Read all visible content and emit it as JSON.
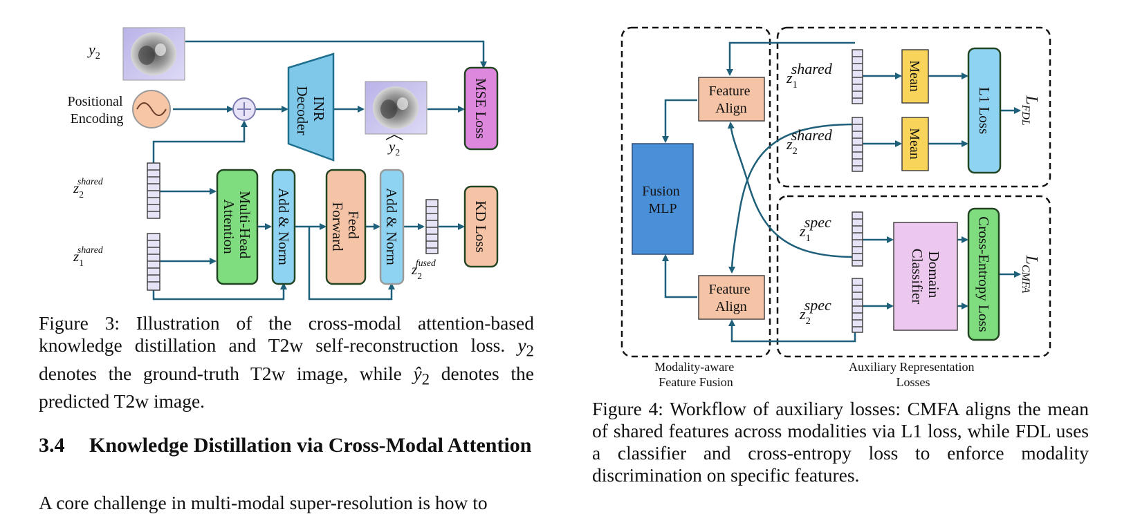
{
  "figure3": {
    "label_y2": "y",
    "label_y2_sub": "2",
    "positional_encoding": [
      "Positional",
      "Encoding"
    ],
    "inr_decoder": [
      "INR",
      "Decoder"
    ],
    "mse_loss": "MSE Loss",
    "yhat_label": "y",
    "yhat_sub": "2",
    "z2_shared": "z",
    "z2_shared_sub": "2",
    "z2_shared_sup": "shared",
    "z1_shared": "z",
    "z1_shared_sub": "1",
    "z1_shared_sup": "shared",
    "multi_head_attention": [
      "Multi-Head",
      "Attention"
    ],
    "add_norm_1": "Add & Norm",
    "feed_forward": [
      "Feed",
      "Forward"
    ],
    "add_norm_2": "Add & Norm",
    "z2_fused": "z",
    "z2_fused_sub": "2",
    "z2_fused_sup": "fused",
    "kd_loss": "KD Loss"
  },
  "figure4": {
    "feature_align_top": [
      "Feature",
      "Align"
    ],
    "feature_align_bottom": [
      "Feature",
      "Align"
    ],
    "fusion_mlp": [
      "Fusion",
      "MLP"
    ],
    "z1_shared": "z",
    "z1_shared_sub": "1",
    "z1_shared_sup": "shared",
    "z2_shared": "z",
    "z2_shared_sub": "2",
    "z2_shared_sup": "shared",
    "mean_1": "Mean",
    "mean_2": "Mean",
    "l1_loss": "L1 Loss",
    "l_fdl": "L",
    "l_fdl_sub": "FDL",
    "z1_spec": "z",
    "z1_spec_sub": "1",
    "z1_spec_sup": "spec",
    "z2_spec": "z",
    "z2_spec_sub": "2",
    "z2_spec_sup": "spec",
    "domain_classifier": [
      "Domain",
      "Classifier"
    ],
    "cross_entropy_loss": "Cross-Entropy Loss",
    "l_cmfa": "L",
    "l_cmfa_sub": "CMFA",
    "group_left_label": [
      "Modality-aware",
      "Feature Fusion"
    ],
    "group_right_label": [
      "Auxiliary Representation",
      "Losses"
    ]
  },
  "captions": {
    "fig3_part1": "Figure 3: Illustration of the cross-modal attention-based knowledge distillation and T2w self-reconstruction loss. ",
    "fig3_y2": "y",
    "fig3_y2_sub": "2",
    "fig3_part2": " denotes the ground-truth T2w image, while ",
    "fig3_yhat": "ŷ",
    "fig3_yhat_sub": "2",
    "fig3_part3": " denotes the predicted T2w image.",
    "fig4": "Figure 4: Workflow of auxiliary losses: CMFA aligns the mean of shared features across modalities via L1 loss, while FDL uses a classifier and cross-entropy loss to enforce modality discrimination on specific features."
  },
  "section": {
    "number": "3.4",
    "title": "Knowledge Distillation via Cross-Modal Attention"
  },
  "body": {
    "text": "A core challenge in multi-modal super-resolution is how to"
  },
  "colors": {
    "arrow": "#1e5f7a",
    "green": "#7fdc7f",
    "salmon": "#f5c3a5",
    "light_blue": "#8fd3f2",
    "magenta": "#dd88dd",
    "yellow": "#f8d55a",
    "fusion_blue": "#4a90d9",
    "lavender": "#ecc8ee"
  }
}
